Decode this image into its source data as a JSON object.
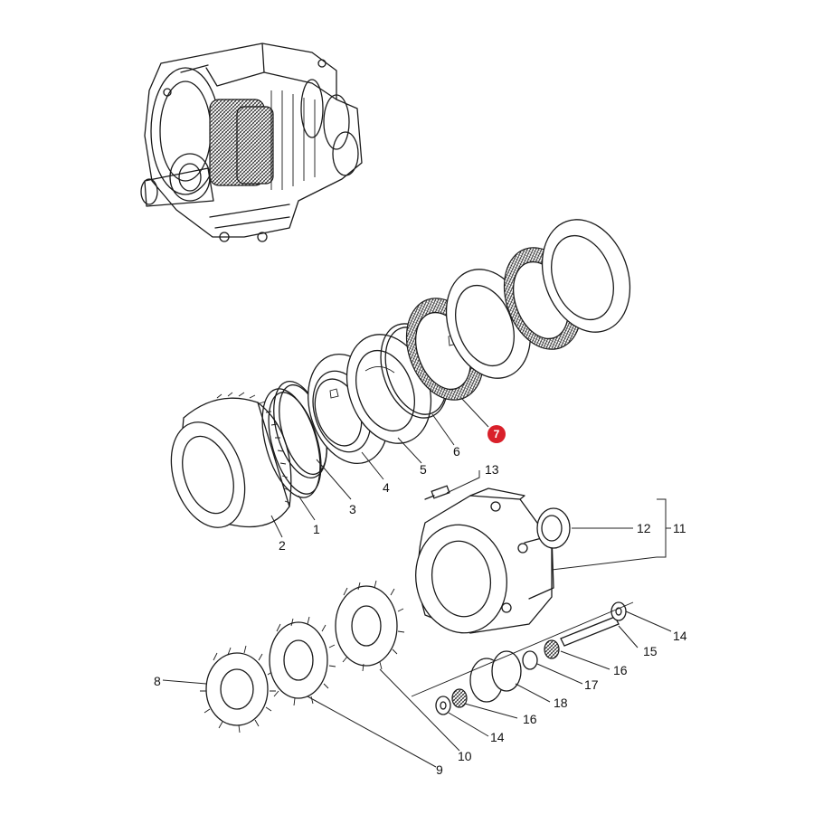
{
  "diagram": {
    "callouts": [
      {
        "id": "c1",
        "label": "1"
      },
      {
        "id": "c2",
        "label": "2"
      },
      {
        "id": "c3",
        "label": "3"
      },
      {
        "id": "c4",
        "label": "4"
      },
      {
        "id": "c5",
        "label": "5"
      },
      {
        "id": "c6",
        "label": "6"
      },
      {
        "id": "c7",
        "label": "7"
      },
      {
        "id": "c8",
        "label": "8"
      },
      {
        "id": "c9",
        "label": "9"
      },
      {
        "id": "c10",
        "label": "10"
      },
      {
        "id": "c11",
        "label": "11"
      },
      {
        "id": "c12",
        "label": "12"
      },
      {
        "id": "c13",
        "label": "13"
      },
      {
        "id": "c14a",
        "label": "14"
      },
      {
        "id": "c14b",
        "label": "14"
      },
      {
        "id": "c15",
        "label": "15"
      },
      {
        "id": "c16a",
        "label": "16"
      },
      {
        "id": "c16b",
        "label": "16"
      },
      {
        "id": "c17",
        "label": "17"
      },
      {
        "id": "c18",
        "label": "18"
      }
    ],
    "highlight": {
      "label": "7",
      "color": "#d9202a"
    }
  }
}
